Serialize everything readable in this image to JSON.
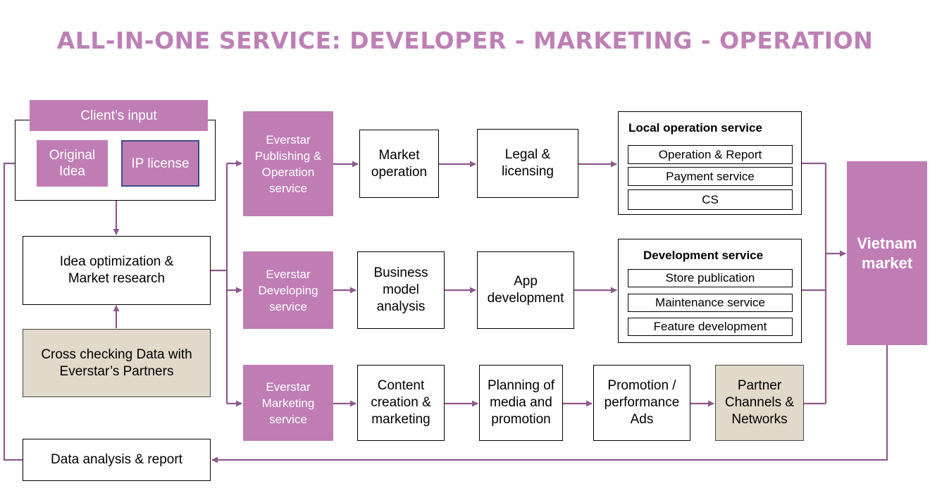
{
  "title": "ALL-IN-ONE SERVICE: DEVELOPER - MARKETING - OPERATION",
  "client_input": {
    "header": "Client’s input",
    "original_idea": "Original Idea",
    "ip_license": "IP license"
  },
  "idea_optimization": "Idea optimization & Market research",
  "cross_checking": "Cross checking Data with Everstar’s Partners",
  "data_analysis": "Data analysis & report",
  "publishing_row": {
    "service": "Everstar Publishing & Operation service",
    "step1": "Market operation",
    "step2": "Legal & licensing",
    "result": {
      "title": "Local operation service",
      "items": [
        "Operation & Report",
        "Payment service",
        "CS"
      ]
    }
  },
  "developing_row": {
    "service": "Everstar Developing service",
    "step1": "Business model analysis",
    "step2": "App development",
    "result": {
      "title": "Development service",
      "items": [
        "Store publication",
        "Maintenance service",
        "Feature development"
      ]
    }
  },
  "marketing_row": {
    "service": "Everstar Marketing service",
    "step1": "Content creation & marketing",
    "step2": "Planning of media and promotion",
    "step3": "Promotion / performance Ads",
    "step4": "Partner Channels & Networks"
  },
  "destination": "Vietnam market",
  "colors": {
    "accent": "#bf7db4",
    "title": "#bd80b6",
    "connector": "#8e5a8c",
    "beige": "#e1d9ca",
    "ip_border": "#3f4a8a"
  }
}
